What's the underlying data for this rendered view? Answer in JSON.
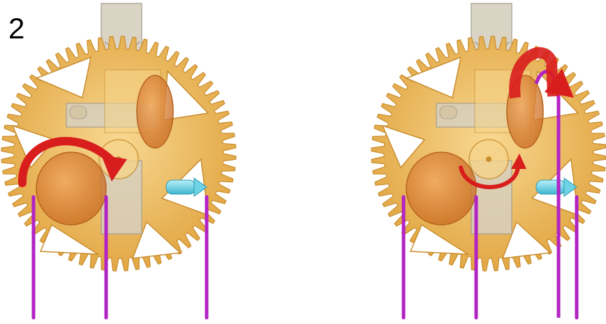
{
  "step_label": "2",
  "colors": {
    "gear": "#e8b04f",
    "gear_shade": "#c98d2e",
    "gear_light": "#f6d48a",
    "slider": "#d7d0bf",
    "slider_edge": "#a9a292",
    "roller": "#e08a36",
    "arrow": "#d81d1d",
    "pin": "#6fd3e6",
    "rod": "#b223c4",
    "background": "#ffffff"
  },
  "panels": [
    {
      "name": "left",
      "state": "rotating-gear"
    },
    {
      "name": "right",
      "state": "lifting-roller"
    }
  ]
}
